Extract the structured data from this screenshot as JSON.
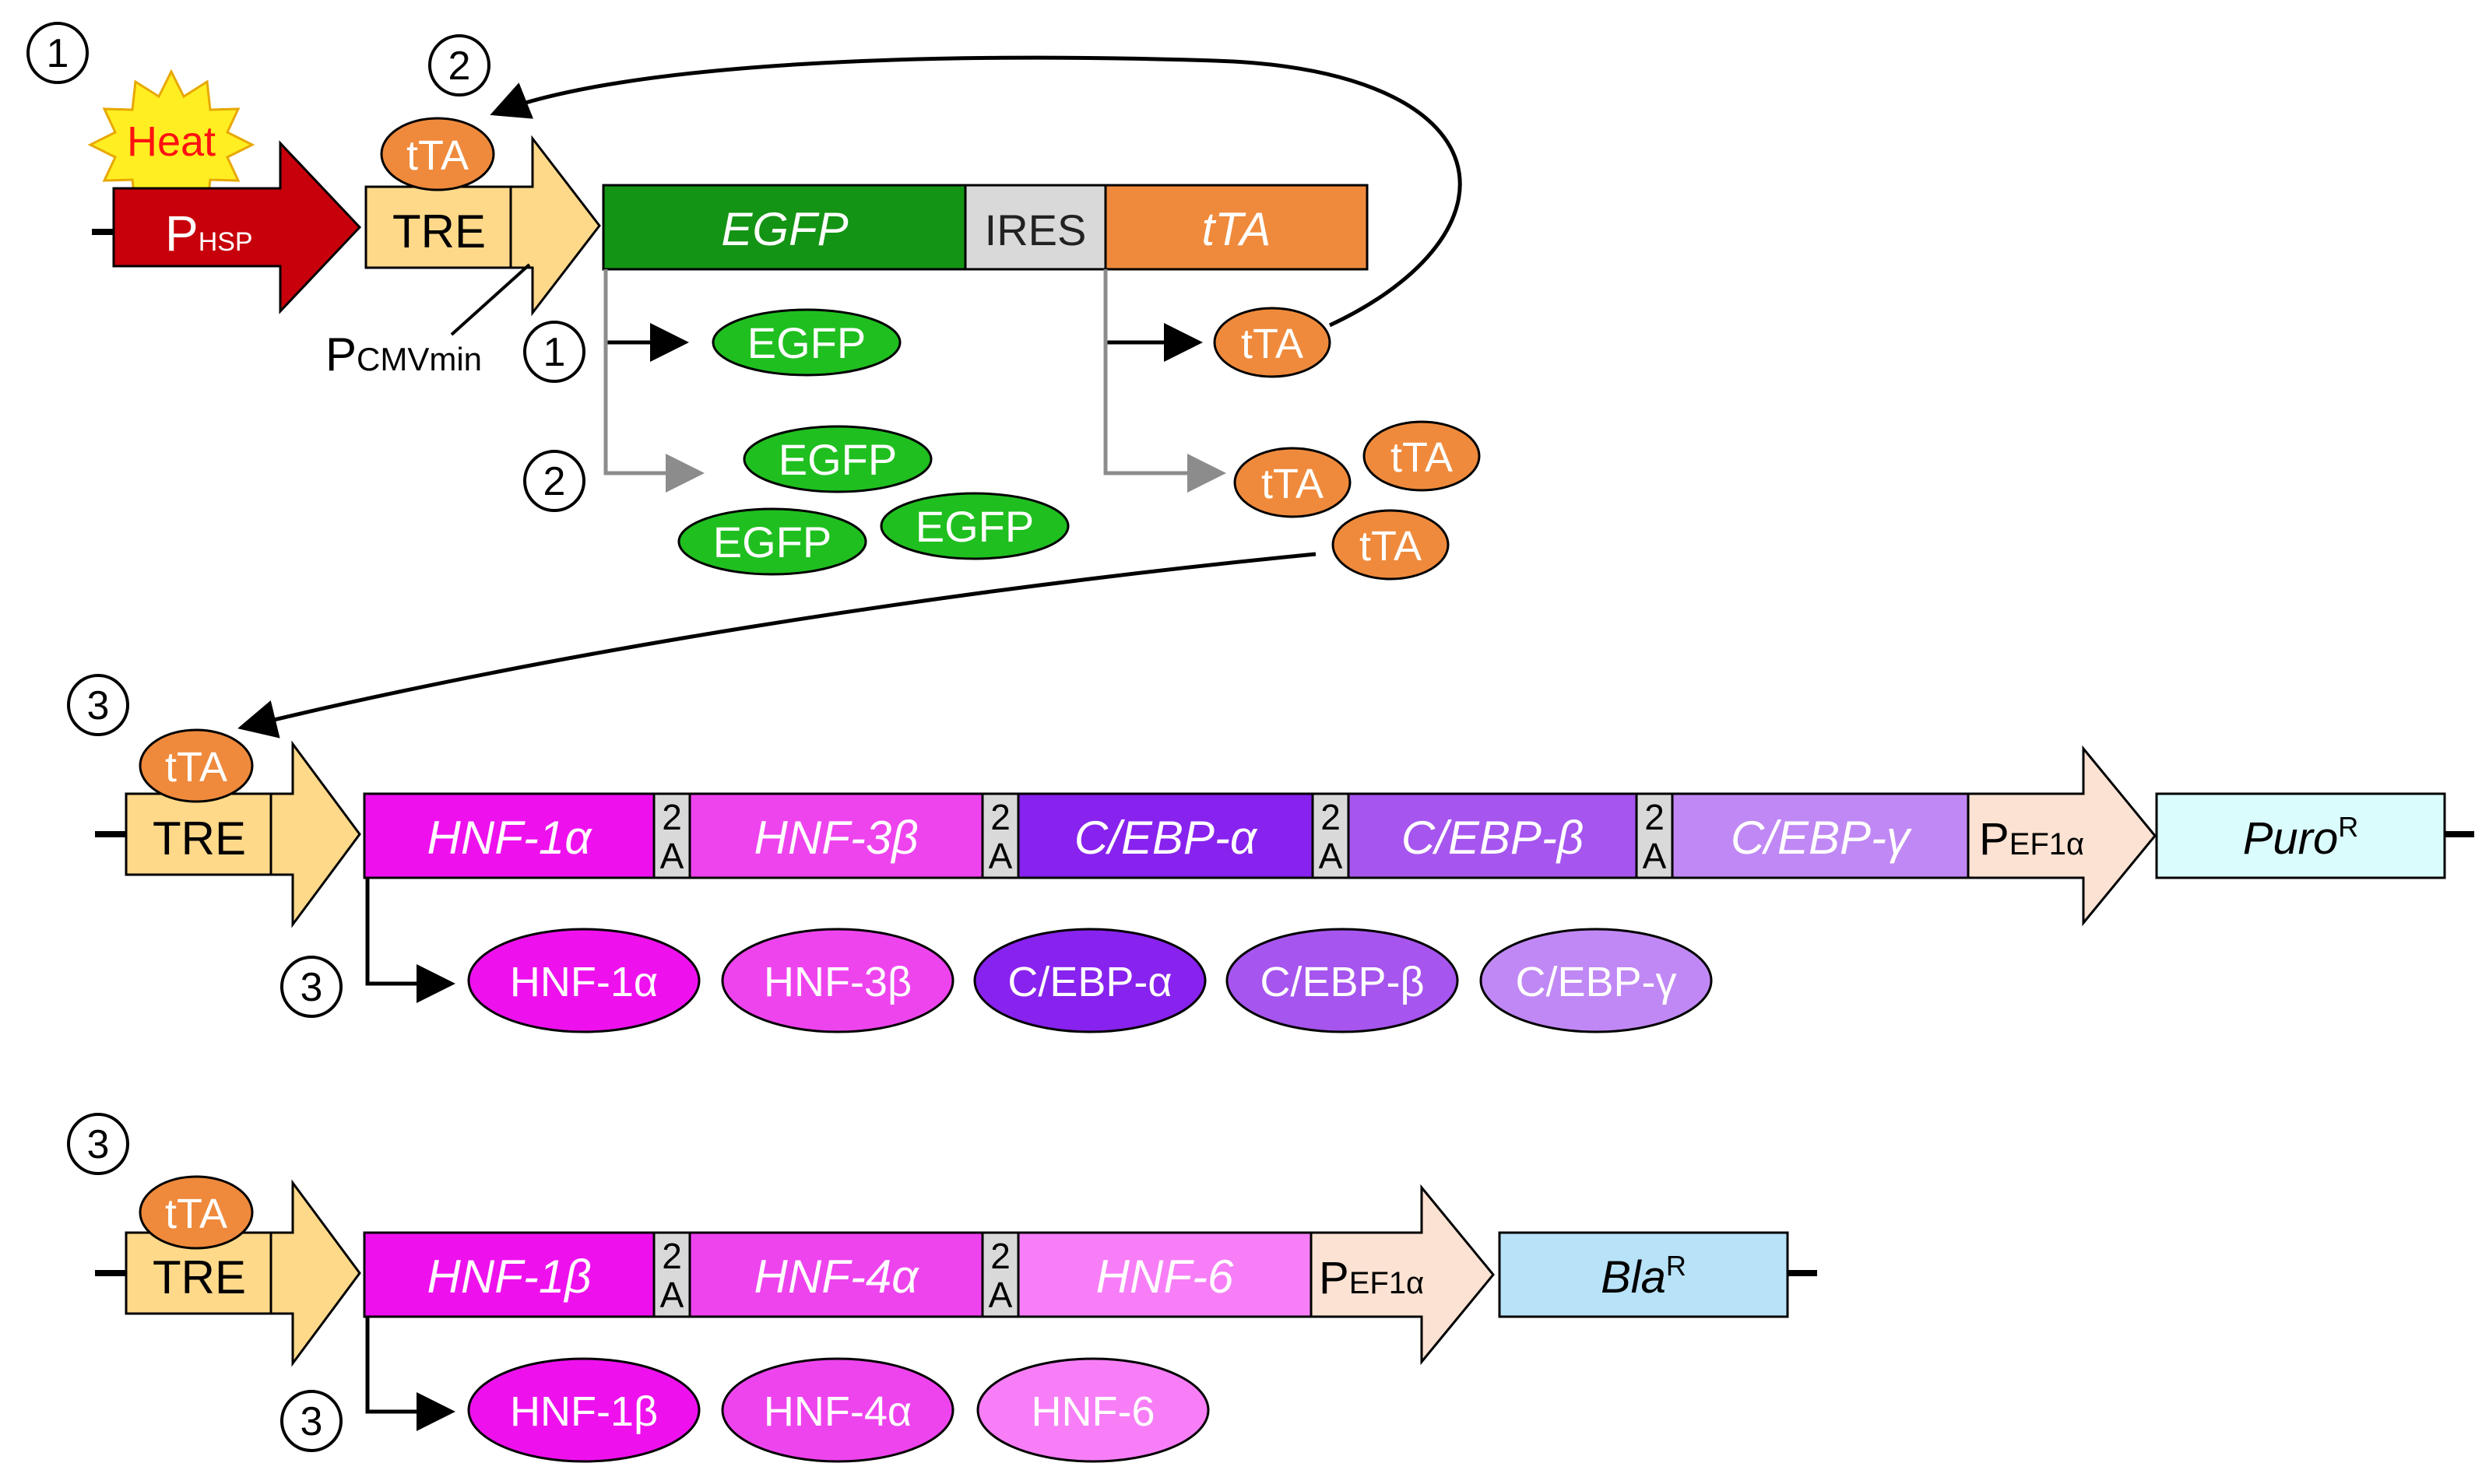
{
  "top_construct": {
    "step1_marker": "1",
    "step2_marker": "2",
    "heat_label": "Heat",
    "phsp_main": "P",
    "phsp_sub": "HSP",
    "tre_label": "TRE",
    "tta_bound": "tTA",
    "egfp_gene": "EGFP",
    "ires": "IRES",
    "tta_gene": "tTA",
    "pcmv_main": "P",
    "pcmv_sub": "CMVmin",
    "transcript_marker_1": "1",
    "transcript_marker_2": "2",
    "egfp_proteins": [
      "EGFP",
      "EGFP",
      "EGFP",
      "EGFP"
    ],
    "tta_proteins": [
      "tTA",
      "tTA",
      "tTA",
      "tTA"
    ]
  },
  "middle_construct": {
    "step_marker": "3",
    "tta_bound": "tTA",
    "tre_label": "TRE",
    "genes": [
      "HNF-1α",
      "HNF-3β",
      "C/EBP-α",
      "C/EBP-β",
      "C/EBP-γ"
    ],
    "linker_top": "2",
    "linker_bottom": "A",
    "pef_main": "P",
    "pef_sub": "EF1α",
    "resistance_main": "Puro",
    "resistance_sup": "R",
    "transcript_marker": "3",
    "proteins": [
      "HNF-1α",
      "HNF-3β",
      "C/EBP-α",
      "C/EBP-β",
      "C/EBP-γ"
    ]
  },
  "bottom_construct": {
    "step_marker": "3",
    "tta_bound": "tTA",
    "tre_label": "TRE",
    "genes": [
      "HNF-1β",
      "HNF-4α",
      "HNF-6"
    ],
    "linker_top": "2",
    "linker_bottom": "A",
    "pef_main": "P",
    "pef_sub": "EF1α",
    "resistance_main": "Bla",
    "resistance_sup": "R",
    "transcript_marker": "3",
    "proteins": [
      "HNF-1β",
      "HNF-4α",
      "HNF-6"
    ]
  },
  "colors": {
    "phsp": "#c8000b",
    "heat_burst": "#ffee22",
    "heat_text": "#ff1111",
    "tre": "#ffd98a",
    "tta": "#ef8a3c",
    "egfp": "#149414",
    "egfp_protein": "#1fbf1f",
    "ires": "#d9d9d9",
    "hnf1a": "#ee11ee",
    "hnf3b": "#ee44ee",
    "cebpa": "#8822ee",
    "cebpb": "#a655ee",
    "cebpg": "#c088f4",
    "pef": "#fbe2d2",
    "puro": "#dafcfc",
    "bla": "#b8e2f8"
  }
}
